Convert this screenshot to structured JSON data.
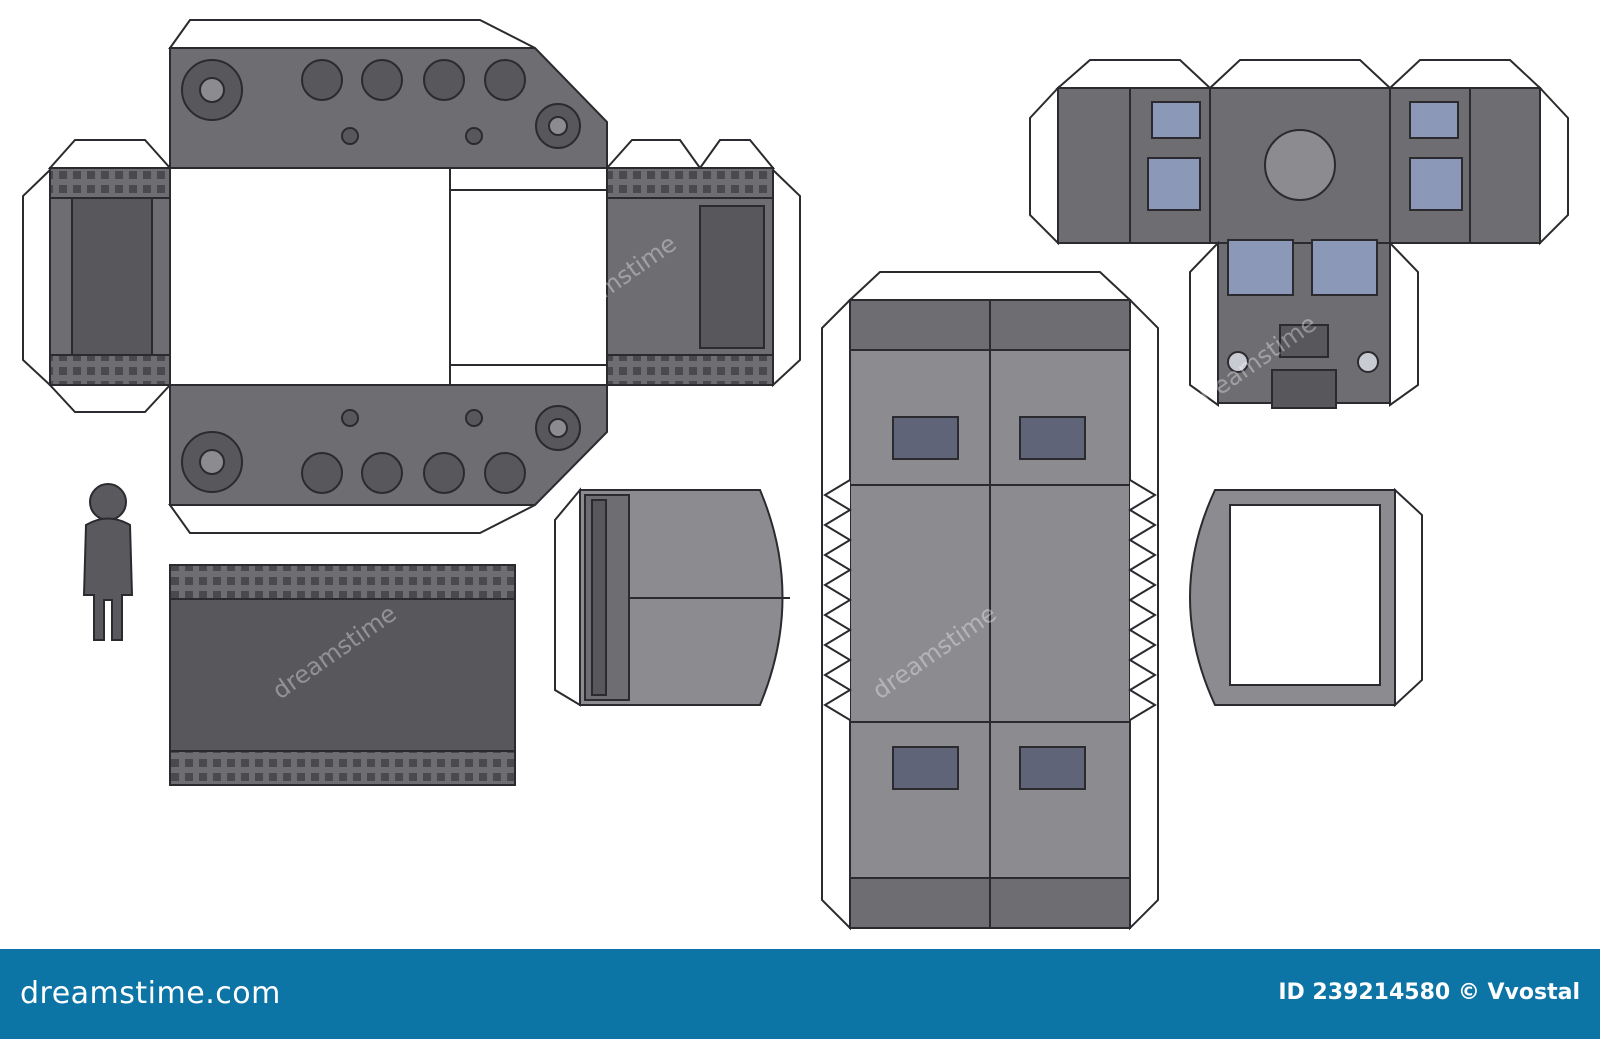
{
  "footer": {
    "brand": "dreamstime.com",
    "credit": "ID 239214580 © Vvostal",
    "background": "#0d74a6"
  },
  "watermark": {
    "text": "dreamstime"
  },
  "colors": {
    "panel": "#6e6d72",
    "panel_light": "#8c8c90",
    "panel_dark": "#58575c",
    "outline": "#2b2a2f",
    "window": "#8c98b8",
    "glue_tab": "#ffffff"
  },
  "figure": {
    "icon": "person-silhouette-icon"
  }
}
